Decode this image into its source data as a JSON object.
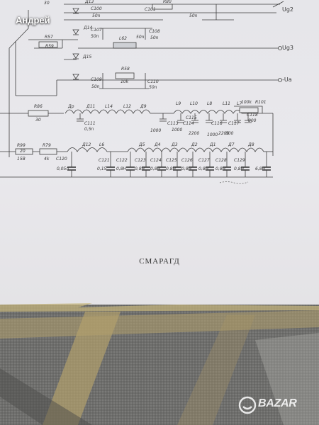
{
  "overlay": {
    "user_name": "Андрей"
  },
  "watermark": {
    "brand": "BAZAR"
  },
  "document": {
    "caption": "СМАРАГД",
    "schematic": {
      "outputs": {
        "ug2": "Ug2",
        "ug3": "Ug3",
        "ua": "-Ua"
      },
      "top_labels": [
        "Д13",
        "C100",
        "R80",
        "C101",
        "50n",
        "30",
        "50n"
      ],
      "row1": [
        "R57",
        "Д14",
        "C107",
        "L62",
        "C108",
        "50n",
        "50n",
        "50n",
        "R59"
      ],
      "row2": [
        "Д15",
        "R58",
        "10k",
        "C109",
        "C110",
        "50n",
        "50n"
      ],
      "row3": [
        "R86",
        "30",
        "Др",
        "Д11",
        "L14",
        "L12",
        "Д9",
        "L9",
        "L10",
        "L8",
        "L11",
        "L7",
        "R101",
        "100k",
        "C111",
        "0,5n",
        "C113",
        "1000",
        "C114",
        "1000",
        "C115",
        "2200",
        "1000",
        "C116",
        "2200",
        "C117",
        "800",
        "C118",
        "800"
      ],
      "row4": [
        "R99",
        "20",
        "R79",
        "4k",
        "15В",
        "C120",
        "0,05n",
        "Д12",
        "L6",
        "C121",
        "0,15",
        "C122",
        "0,8H",
        "Д5",
        "Д4",
        "Д3",
        "Д2",
        "Д1",
        "Д7",
        "Д8",
        "C123",
        "C124",
        "C125",
        "C126",
        "C127",
        "C128",
        "C129",
        "0,8H",
        "0,8H",
        "0,8H",
        "0,8H",
        "0,8H",
        "0,8H",
        "0,8H",
        "6,8H"
      ]
    }
  }
}
